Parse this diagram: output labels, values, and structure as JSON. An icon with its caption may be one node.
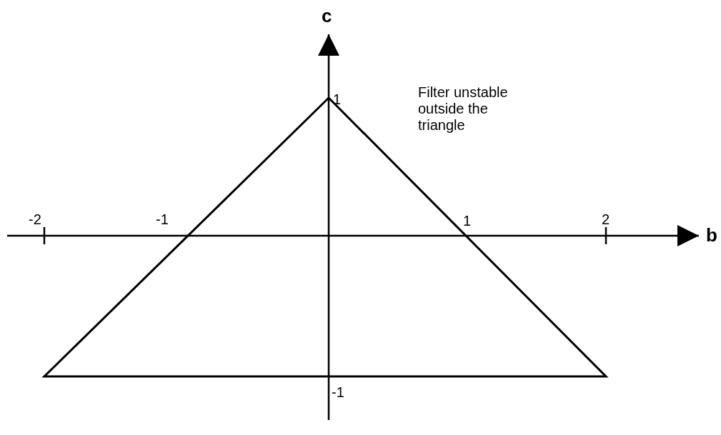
{
  "diagram": {
    "labels": [
      "c",
      "1",
      "Filter unstable outside the triangle",
      "-2",
      "-1",
      "1",
      "2",
      "b",
      "-1"
    ]
  }
}
